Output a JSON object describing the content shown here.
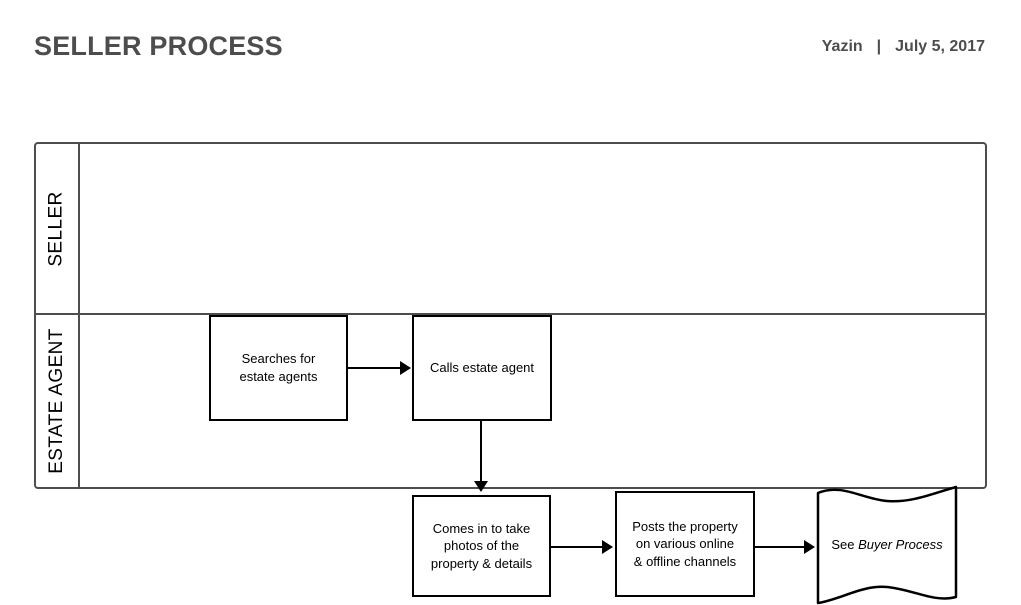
{
  "header": {
    "title": "SELLER PROCESS",
    "author": "Yazin",
    "separator": "|",
    "date": "July 5, 2017"
  },
  "diagram": {
    "type": "swimlane-flowchart",
    "lanes": [
      {
        "id": "seller",
        "label": "SELLER",
        "nodes": [
          {
            "id": "searches-for-estate-agents",
            "shape": "process",
            "line1": "Searches for",
            "line2": "estate agents"
          },
          {
            "id": "calls-estate-agent",
            "shape": "process",
            "line1": "Calls estate agent"
          }
        ]
      },
      {
        "id": "estate-agent",
        "label": "ESTATE AGENT",
        "nodes": [
          {
            "id": "comes-in-to-take-photos",
            "shape": "process",
            "line1": "Comes in to take",
            "line2": "photos of the",
            "line3": "property & details"
          },
          {
            "id": "posts-the-property",
            "shape": "process",
            "line1": "Posts the property",
            "line2": "on various online",
            "line3": "& offline channels"
          },
          {
            "id": "see-buyer-process",
            "shape": "document-wave",
            "prefix": "See ",
            "emphasis": "Buyer Process"
          }
        ]
      }
    ],
    "connectors": [
      {
        "id": "search-to-call",
        "from": "searches-for-estate-agents",
        "to": "calls-estate-agent",
        "direction": "right"
      },
      {
        "id": "call-to-photos",
        "from": "calls-estate-agent",
        "to": "comes-in-to-take-photos",
        "direction": "down"
      },
      {
        "id": "photos-to-posts",
        "from": "comes-in-to-take-photos",
        "to": "posts-the-property",
        "direction": "right"
      },
      {
        "id": "posts-to-buyer",
        "from": "posts-the-property",
        "to": "see-buyer-process",
        "direction": "right"
      }
    ]
  },
  "colors": {
    "title_gray": "#4d4d4d",
    "frame_gray": "#4d4d4d",
    "node_stroke": "#000000",
    "background": "#ffffff"
  }
}
